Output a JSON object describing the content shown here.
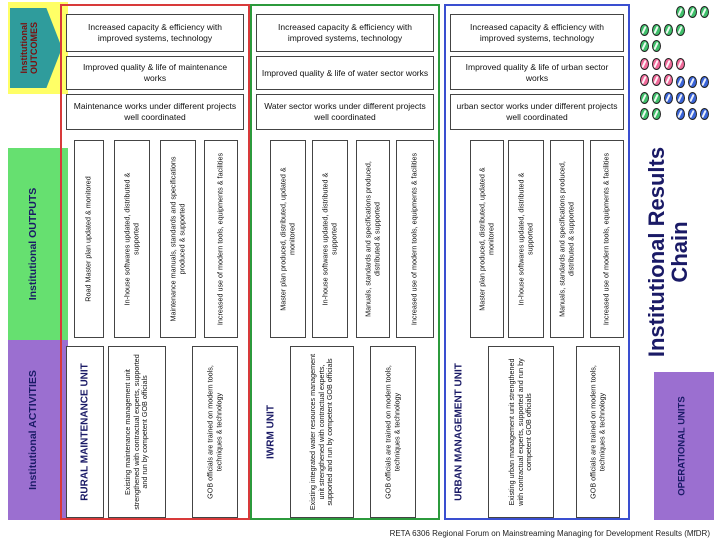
{
  "left_labels": {
    "outcomes": "Institutional OUTCOMES",
    "outputs": "Institutional OUTPUTS",
    "activities": "Institutional ACTIVITIES"
  },
  "right_labels": {
    "chain": "Institutional Results Chain",
    "operational_units": "OPERATIONAL UNITS"
  },
  "columns": [
    {
      "id": "rural",
      "color": "#d83a3a",
      "outcomes": [
        "Increased capacity & efficiency with improved systems, technology",
        "Improved quality & life of maintenance works",
        "Maintenance works under different projects well coordinated"
      ],
      "outputs": [
        "Road Master plan updated & monitored",
        "In-house softwares updated, distributed & supported",
        "Maintenance manuals, standards and specifications produced & supported",
        "Increased use of modern tools, equipments & facilities"
      ],
      "unit": "RURAL MAINTENANCE UNIT",
      "activities": [
        "Existing maintenance management unit strengthened with contractual experts, supported and run by competent GOB officials",
        "GOB officials are trained on modern tools, techniques & technology"
      ]
    },
    {
      "id": "iwrm",
      "color": "#2c9a3c",
      "outcomes": [
        "Increased capacity & efficiency with improved systems, technology",
        "Improved quality & life of water sector works",
        "Water sector works under different projects well coordinated"
      ],
      "outputs": [
        "Master plan produced, distributed, updated & monitored",
        "In-house softwares updated, distributed & supported",
        "Manuals, standards and specifications produced, distributed & supported",
        "Increased use of modern tools, equipments & facilities"
      ],
      "unit": "IWRM UNIT",
      "activities": [
        "Existing integrated water resources management unit strengthened with contractual experts, supported and run by competent GOB officials",
        "GOB officials are trained on modern tools, techniques & technology"
      ]
    },
    {
      "id": "urban",
      "color": "#3a4fd0",
      "outcomes": [
        "Increased capacity & efficiency with improved systems, technology",
        "Improved quality & life of urban sector works",
        "urban sector works under different projects well coordinated"
      ],
      "outputs": [
        "Master plan produced, distributed, updated & monitored",
        "In-house softwares updated, distributed & supported",
        "Manuals, standards and specifications produced, distributed & supported",
        "Increased use of modern tools, equipments & facilities"
      ],
      "unit": "URBAN MANAGEMENT UNIT",
      "activities": [
        "Existing urban management unit strengthened with contractual experts, supported and run by competent GOB officials",
        "GOB officials are trained on modern tools, techniques & technology"
      ]
    }
  ],
  "footer": "RETA 6306 Regional Forum on Mainstreaming Managing for Development Results (MfDR)",
  "colors": {
    "band_yellow": "#ffff66",
    "band_green": "#66e070",
    "band_violet": "#9b6fd0",
    "teal_arrow": "#2f9c9c",
    "balls_green": "#3fbf6a",
    "balls_pink": "#f06a9a",
    "balls_blue": "#3a64d8"
  }
}
